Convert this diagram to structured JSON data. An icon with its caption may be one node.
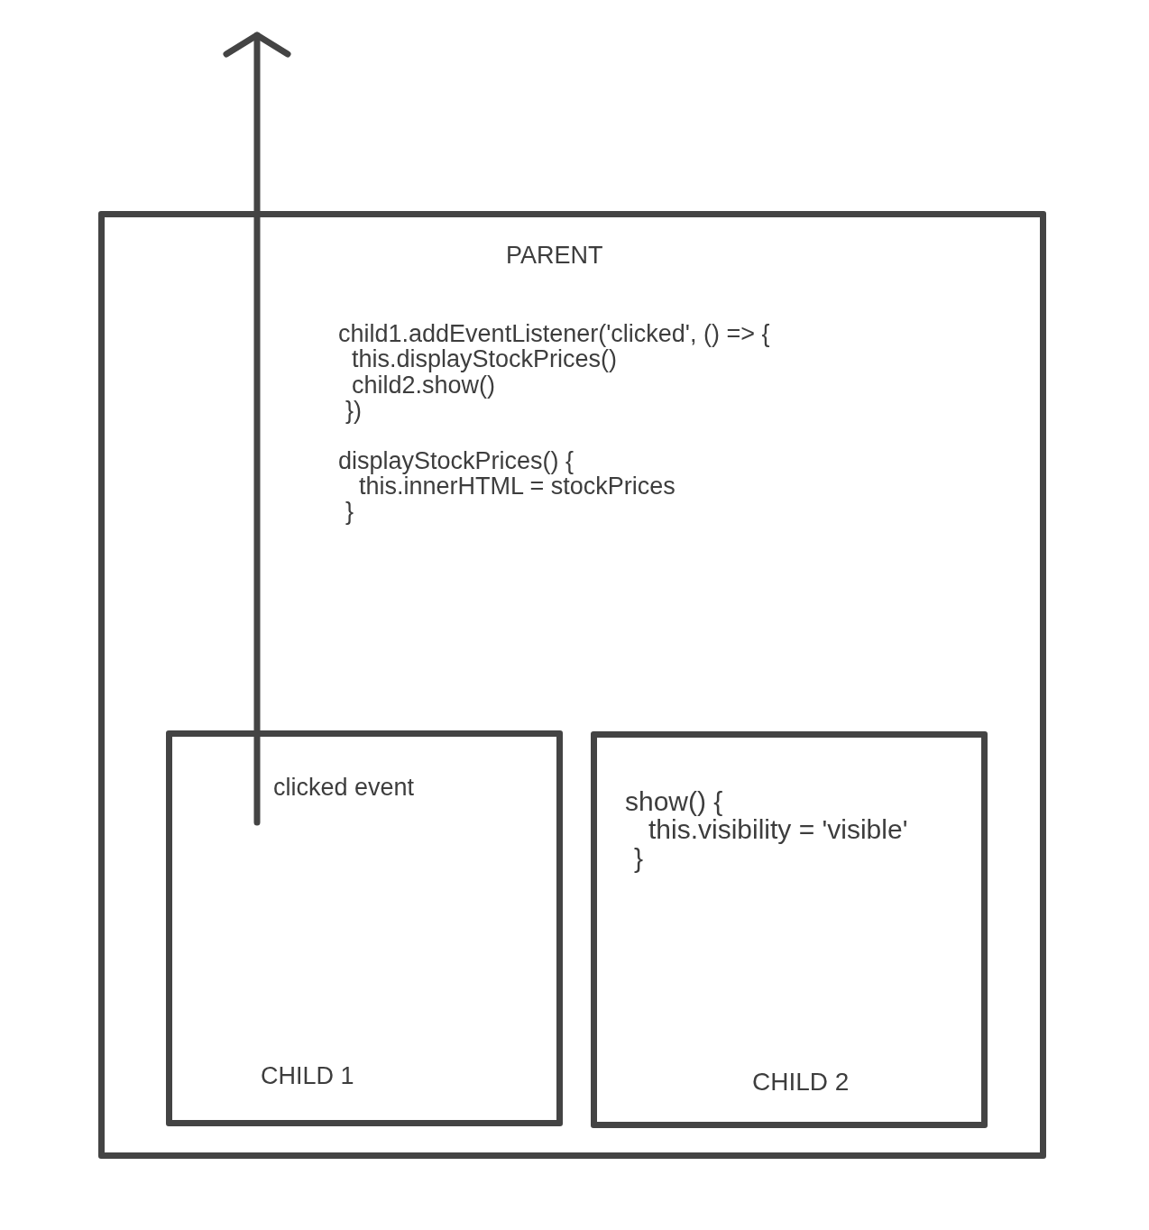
{
  "diagram": {
    "nodes": [
      {
        "text": [
          "PARENT",
          "child1.addEventListener('clicked', () => {",
          "this.displayStockPrices()",
          "child2.show()",
          "})",
          "displayStockPrices() {",
          "this.innerHTML = stockPrices",
          "}"
        ]
      },
      {
        "text": [
          "clicked event",
          "CHILD 1"
        ],
        "in": 0
      },
      {
        "text": [
          "show() {",
          "this.visibility = 'visible'",
          "}",
          "CHILD 2"
        ],
        "in": 0
      }
    ]
  }
}
